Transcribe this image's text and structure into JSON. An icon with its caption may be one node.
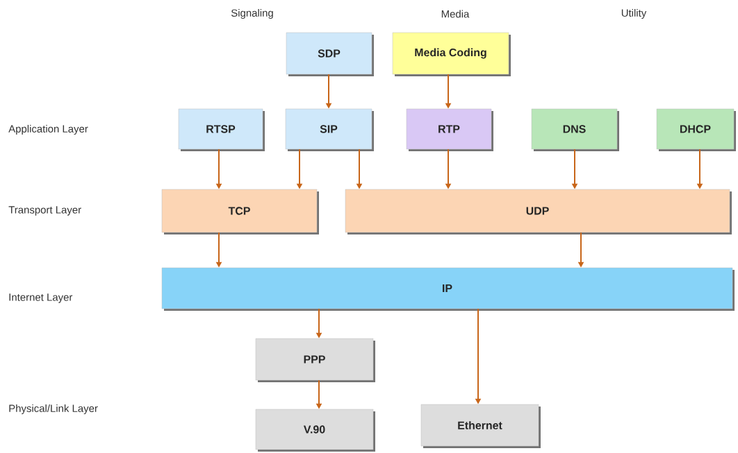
{
  "diagram": {
    "nodes": [
      {
        "text": [
          "SDP"
        ]
      },
      {
        "text": [
          "Media Coding"
        ]
      },
      {
        "text": [
          "RTSP"
        ]
      },
      {
        "text": [
          "SIP"
        ]
      },
      {
        "text": [
          "RTP"
        ]
      },
      {
        "text": [
          "DNS"
        ]
      },
      {
        "text": [
          "DHCP"
        ]
      },
      {
        "text": [
          "TCP"
        ]
      },
      {
        "text": [
          "UDP"
        ]
      },
      {
        "text": [
          "IP"
        ]
      },
      {
        "text": [
          "PPP"
        ]
      },
      {
        "text": [
          "V.90"
        ]
      },
      {
        "text": [
          "Ethernet"
        ]
      }
    ],
    "edges": [
      {
        "from": 0,
        "to": 3,
        "arrow": "to"
      },
      {
        "from": 1,
        "to": 4,
        "arrow": "to"
      },
      {
        "from": 2,
        "to": 7,
        "arrow": "to"
      },
      {
        "from": 3,
        "to": 7,
        "arrow": "to"
      },
      {
        "from": 3,
        "to": 8,
        "arrow": "to"
      },
      {
        "from": 4,
        "to": 8,
        "arrow": "to"
      },
      {
        "from": 5,
        "to": 8,
        "arrow": "to"
      },
      {
        "from": 6,
        "to": 8,
        "arrow": "to"
      },
      {
        "from": 7,
        "to": 9,
        "arrow": "to"
      },
      {
        "from": 8,
        "to": 9,
        "arrow": "to"
      },
      {
        "from": 9,
        "to": 10,
        "arrow": "to"
      },
      {
        "from": 9,
        "to": 12,
        "arrow": "to"
      },
      {
        "from": 10,
        "to": 11,
        "arrow": "to"
      }
    ],
    "labels": [
      "Signaling",
      "Media",
      "Utility",
      "Application Layer",
      "Transport Layer",
      "Internet Layer",
      "Physical/Link Layer"
    ]
  }
}
